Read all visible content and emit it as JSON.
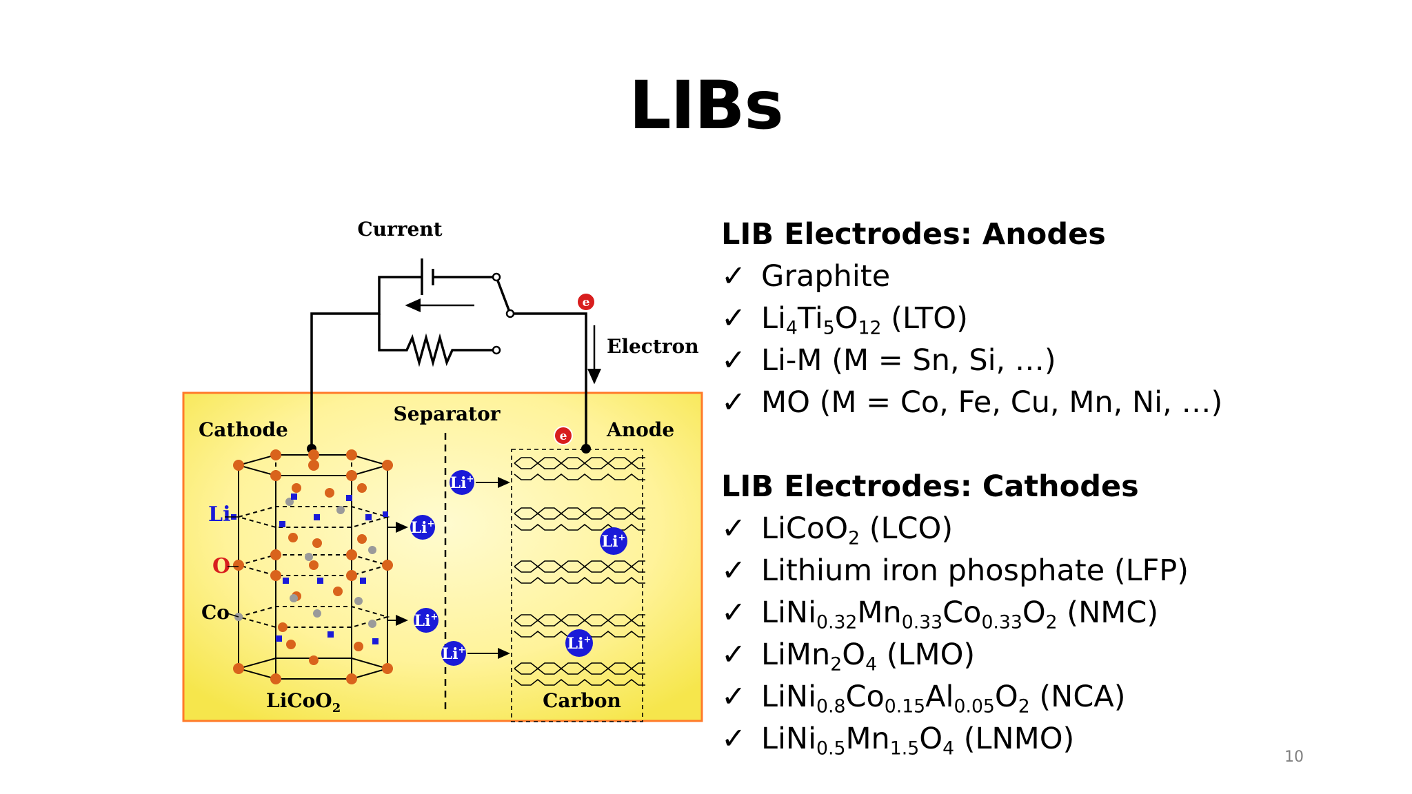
{
  "slide": {
    "title": "LIBs",
    "page_number": "10"
  },
  "diagram": {
    "labels": {
      "current": "Current",
      "electron": "Electron",
      "separator": "Separator",
      "cathode": "Cathode",
      "anode": "Anode",
      "li": "Li",
      "o": "O",
      "co": "Co",
      "cathode_material": "LiCoO",
      "cathode_material_sub": "2",
      "anode_material": "Carbon",
      "li_ion": "Li",
      "li_ion_sup": "+",
      "electron_symbol": "e"
    },
    "colors": {
      "box_border": "#ff7a2a",
      "box_fill_center": "#fff8b8",
      "box_fill_edge": "#f5e95a",
      "li_ion": "#1a1ad8",
      "electron": "#d81e1e",
      "oxygen_atom": "#d9631c",
      "cobalt_atom": "#9a9a9a",
      "lithium_atom": "#1a1ad8"
    }
  },
  "content": {
    "anodes_heading": "LIB Electrodes: Anodes",
    "anodes": [
      {
        "segments": [
          {
            "t": "Graphite"
          }
        ]
      },
      {
        "segments": [
          {
            "t": "Li"
          },
          {
            "t": "4",
            "sub": true
          },
          {
            "t": "Ti"
          },
          {
            "t": "5",
            "sub": true
          },
          {
            "t": "O"
          },
          {
            "t": "12",
            "sub": true
          },
          {
            "t": " (LTO)"
          }
        ]
      },
      {
        "segments": [
          {
            "t": "Li-M (M = Sn, Si, …)"
          }
        ]
      },
      {
        "segments": [
          {
            "t": "MO (M = Co, Fe, Cu, Mn, Ni, …)"
          }
        ]
      }
    ],
    "cathodes_heading": "LIB Electrodes: Cathodes",
    "cathodes": [
      {
        "segments": [
          {
            "t": "LiCoO"
          },
          {
            "t": "2",
            "sub": true
          },
          {
            "t": " (LCO)"
          }
        ]
      },
      {
        "segments": [
          {
            "t": "Lithium iron phosphate (LFP)"
          }
        ]
      },
      {
        "segments": [
          {
            "t": "LiNi"
          },
          {
            "t": "0.32",
            "sub": true
          },
          {
            "t": "Mn"
          },
          {
            "t": "0.33",
            "sub": true
          },
          {
            "t": "Co"
          },
          {
            "t": "0.33",
            "sub": true
          },
          {
            "t": "O"
          },
          {
            "t": "2",
            "sub": true
          },
          {
            "t": " (NMC)"
          }
        ]
      },
      {
        "segments": [
          {
            "t": "LiMn"
          },
          {
            "t": "2",
            "sub": true
          },
          {
            "t": "O"
          },
          {
            "t": "4",
            "sub": true
          },
          {
            "t": " (LMO)"
          }
        ]
      },
      {
        "segments": [
          {
            "t": "LiNi"
          },
          {
            "t": "0.8",
            "sub": true
          },
          {
            "t": "Co"
          },
          {
            "t": "0.15",
            "sub": true
          },
          {
            "t": "Al"
          },
          {
            "t": "0.05",
            "sub": true
          },
          {
            "t": "O"
          },
          {
            "t": "2",
            "sub": true
          },
          {
            "t": " (NCA)"
          }
        ]
      },
      {
        "segments": [
          {
            "t": "LiNi"
          },
          {
            "t": "0.5",
            "sub": true
          },
          {
            "t": "Mn"
          },
          {
            "t": "1.5",
            "sub": true
          },
          {
            "t": "O"
          },
          {
            "t": "4",
            "sub": true
          },
          {
            "t": " (LNMO)"
          }
        ]
      }
    ],
    "check_glyph": "✓"
  }
}
